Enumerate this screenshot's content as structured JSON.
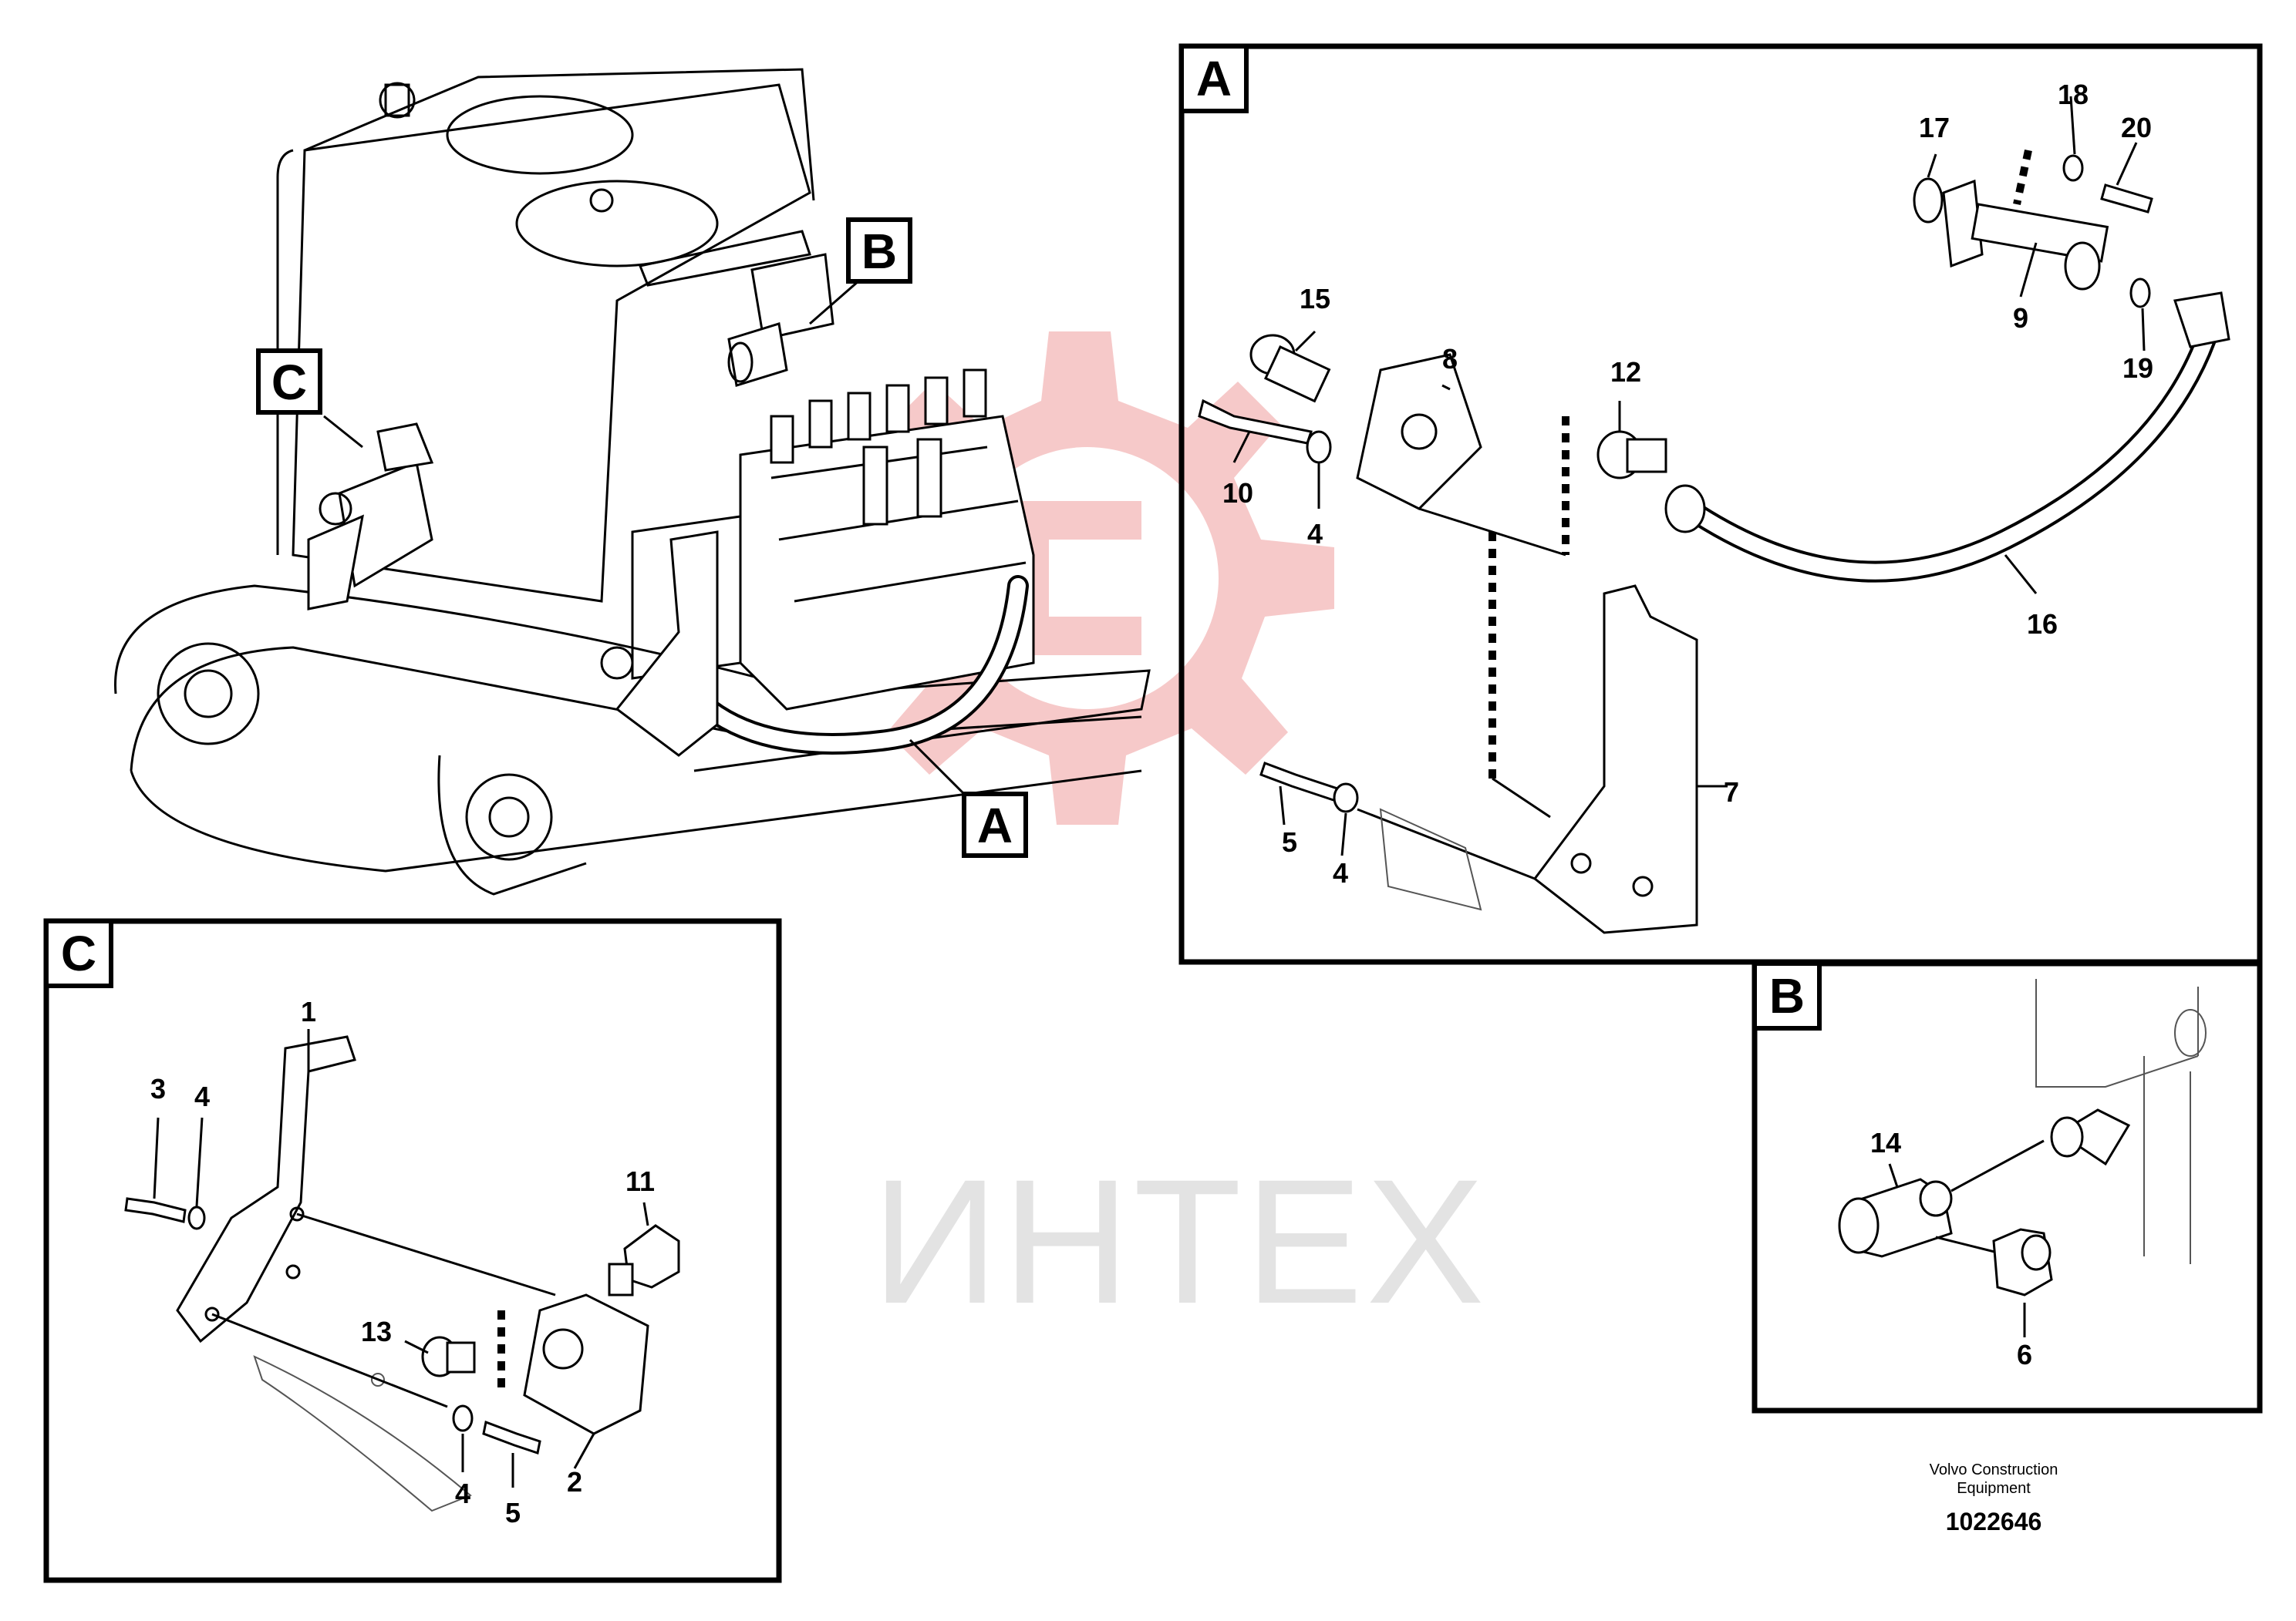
{
  "watermark": {
    "text": "ИНТЕХ",
    "color": "#e3e3e3",
    "logo_color": "#f6c9c9"
  },
  "overview": {
    "labels": [
      {
        "id": "A",
        "text": "A"
      },
      {
        "id": "B",
        "text": "B"
      },
      {
        "id": "C",
        "text": "C"
      }
    ]
  },
  "detail_a": {
    "tag": "A",
    "callouts": [
      "17",
      "18",
      "20",
      "9",
      "19",
      "15",
      "8",
      "12",
      "10",
      "4",
      "16",
      "7",
      "5",
      "4"
    ]
  },
  "detail_b": {
    "tag": "B",
    "callouts": [
      "14",
      "6"
    ]
  },
  "detail_c": {
    "tag": "C",
    "callouts": [
      "1",
      "3",
      "4",
      "11",
      "13",
      "4",
      "5",
      "2"
    ]
  },
  "footer": {
    "company_line1": "Volvo Construction",
    "company_line2": "Equipment",
    "drawing_number": "1022646"
  }
}
